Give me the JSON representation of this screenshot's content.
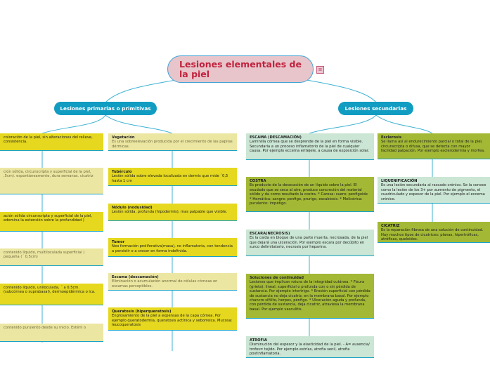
{
  "root": {
    "title": "Lesiones elementales de la piel"
  },
  "branches": {
    "primarias": "Lesiones primarias o primitivas",
    "secundarias": "Lesiones secundarias"
  },
  "primarias_col_a": [
    {
      "title": "",
      "text": "coloración de la piel, sin alteraciones del relieve, consistencia."
    },
    {
      "title": "",
      "text": "ción sólida, circunscripta y superficial de la piel, ,5cm). espontáneamente, dura semanas. cicatriz"
    },
    {
      "title": "",
      "text": "ación sólida circunscripta y superficial de la piel, edomina la extensión sobre la profundidad )"
    },
    {
      "title": "",
      "text": "contenido líquido, multiloculada superficial ) pequeña (´ 0,5cm)"
    },
    {
      "title": "",
      "text": "contenido líquido, uniloculada, ´ a 0,5cm. (subcórnea o suprabasal), dermoepidérmica o ica."
    },
    {
      "title": "",
      "text": "contenido purulento desde su inicio. Estéril o"
    }
  ],
  "primarias_col_b": [
    {
      "title": "Vegetación",
      "text": "Es una sobreelevación producida por el crecimiento de las papilas dérmicas."
    },
    {
      "title": "Tubérculo",
      "text": "Lesión sólida sobre elevada localizada en dermis que mide ´0,5 hasta 1 cm"
    },
    {
      "title": "Nódulo (nodusidad)",
      "text": "Lesión sólida, profunda (hipodermis), mas palpable que visible."
    },
    {
      "title": "Tumor",
      "text": "Neo formación proliferativa(masa), no inflamatoria, con tendencia a persistir o a crecer en forma indefinida."
    },
    {
      "title": "Escama (descamación)",
      "text": "Eliminación o acumulación anormal de células córneas en escamas perceptibles."
    },
    {
      "title": "Queratosis (hiperqueratosis)",
      "text": "Engrosamiento de la piel a expensas de la capa córnea. Por ejemplo queratodermia, queratosis actínica y seborreica. Mucosa: leucoqueratosis"
    }
  ],
  "secundarias_col_a": [
    {
      "title": "ESCAMA (DESCAMACIÓN)",
      "text": "Laminilla córnea que se desprende de la piel en forma visible. Secundaria a un proceso inflamatorio de la piel de cualquier causa. Por ejemplo eccema eritejele, a causa de exposición solar."
    },
    {
      "title": "COSTRA",
      "text": "Es producto de la desecación de un líquido sobre la piel. El exudado que se seca al aire, produce concreción del material sólido y da como resultado la costra. * Carosa: suero: penfigoide * Hemática: sangre: penfigo, prurigo, escabiosis. * Melicérica: purulento: impétigo."
    },
    {
      "title": "ESCARA(NECROSIS)",
      "text": "Es la caída en bloque de una parte muerta, necrosada, de la piel que dejará una ulceración. Por ejemplo escara por decúbito en surco delimitatorio, necrosis por heparina."
    },
    {
      "title": "Soluciones de continuidad",
      "text": "Lesiones que implican rotura de la integridad cutánea. * Fisura (grieta): lineal, superficial o profunda con o sin pérdida de sustancia. Por ejemplo intertrigo. * Erosión superficial con pérdida de sustancia no deja cicatriz, en la membrana basal. Por ejemplo chancro sifilíto, herpes, pénfigo. * Ulceración aguda y profunda, con pérdida de sustancia, deja cicatriz, atraviesa la membrana basal. Por ejemplo vasculitis."
    },
    {
      "title": "ATROFIA",
      "text": "Disminución del espesor y la elasticidad de la piel. - A= ausencia/ trofos= tejido. Por ejemplo estrías, atrofia senil, atrofia postinflamatoria."
    }
  ],
  "secundarias_col_b": [
    {
      "title": "Esclerosis",
      "text": "Se llama así al endurecimiento parcial o total de la piel, circunscripta o difusa, que se detecta con mayor facilidad palpación. Por ejemplo esclerodermia y morfea."
    },
    {
      "title": "LIQUENIFICACIÓN",
      "text": "Es una lesión secundaria al rascado crónico. Se la conoce como la lesión de los 3+ por aumento de pigmento, el cuadriculado y espesor de la piel. Por ejemplo el eccema crónico."
    },
    {
      "title": "CICATRIZ",
      "text": "Es la reparación fibrosa de una solución de continuidad. Hay muchos tipos de cicatrices: planas, hipertróficas, atróficas, queloides."
    }
  ]
}
